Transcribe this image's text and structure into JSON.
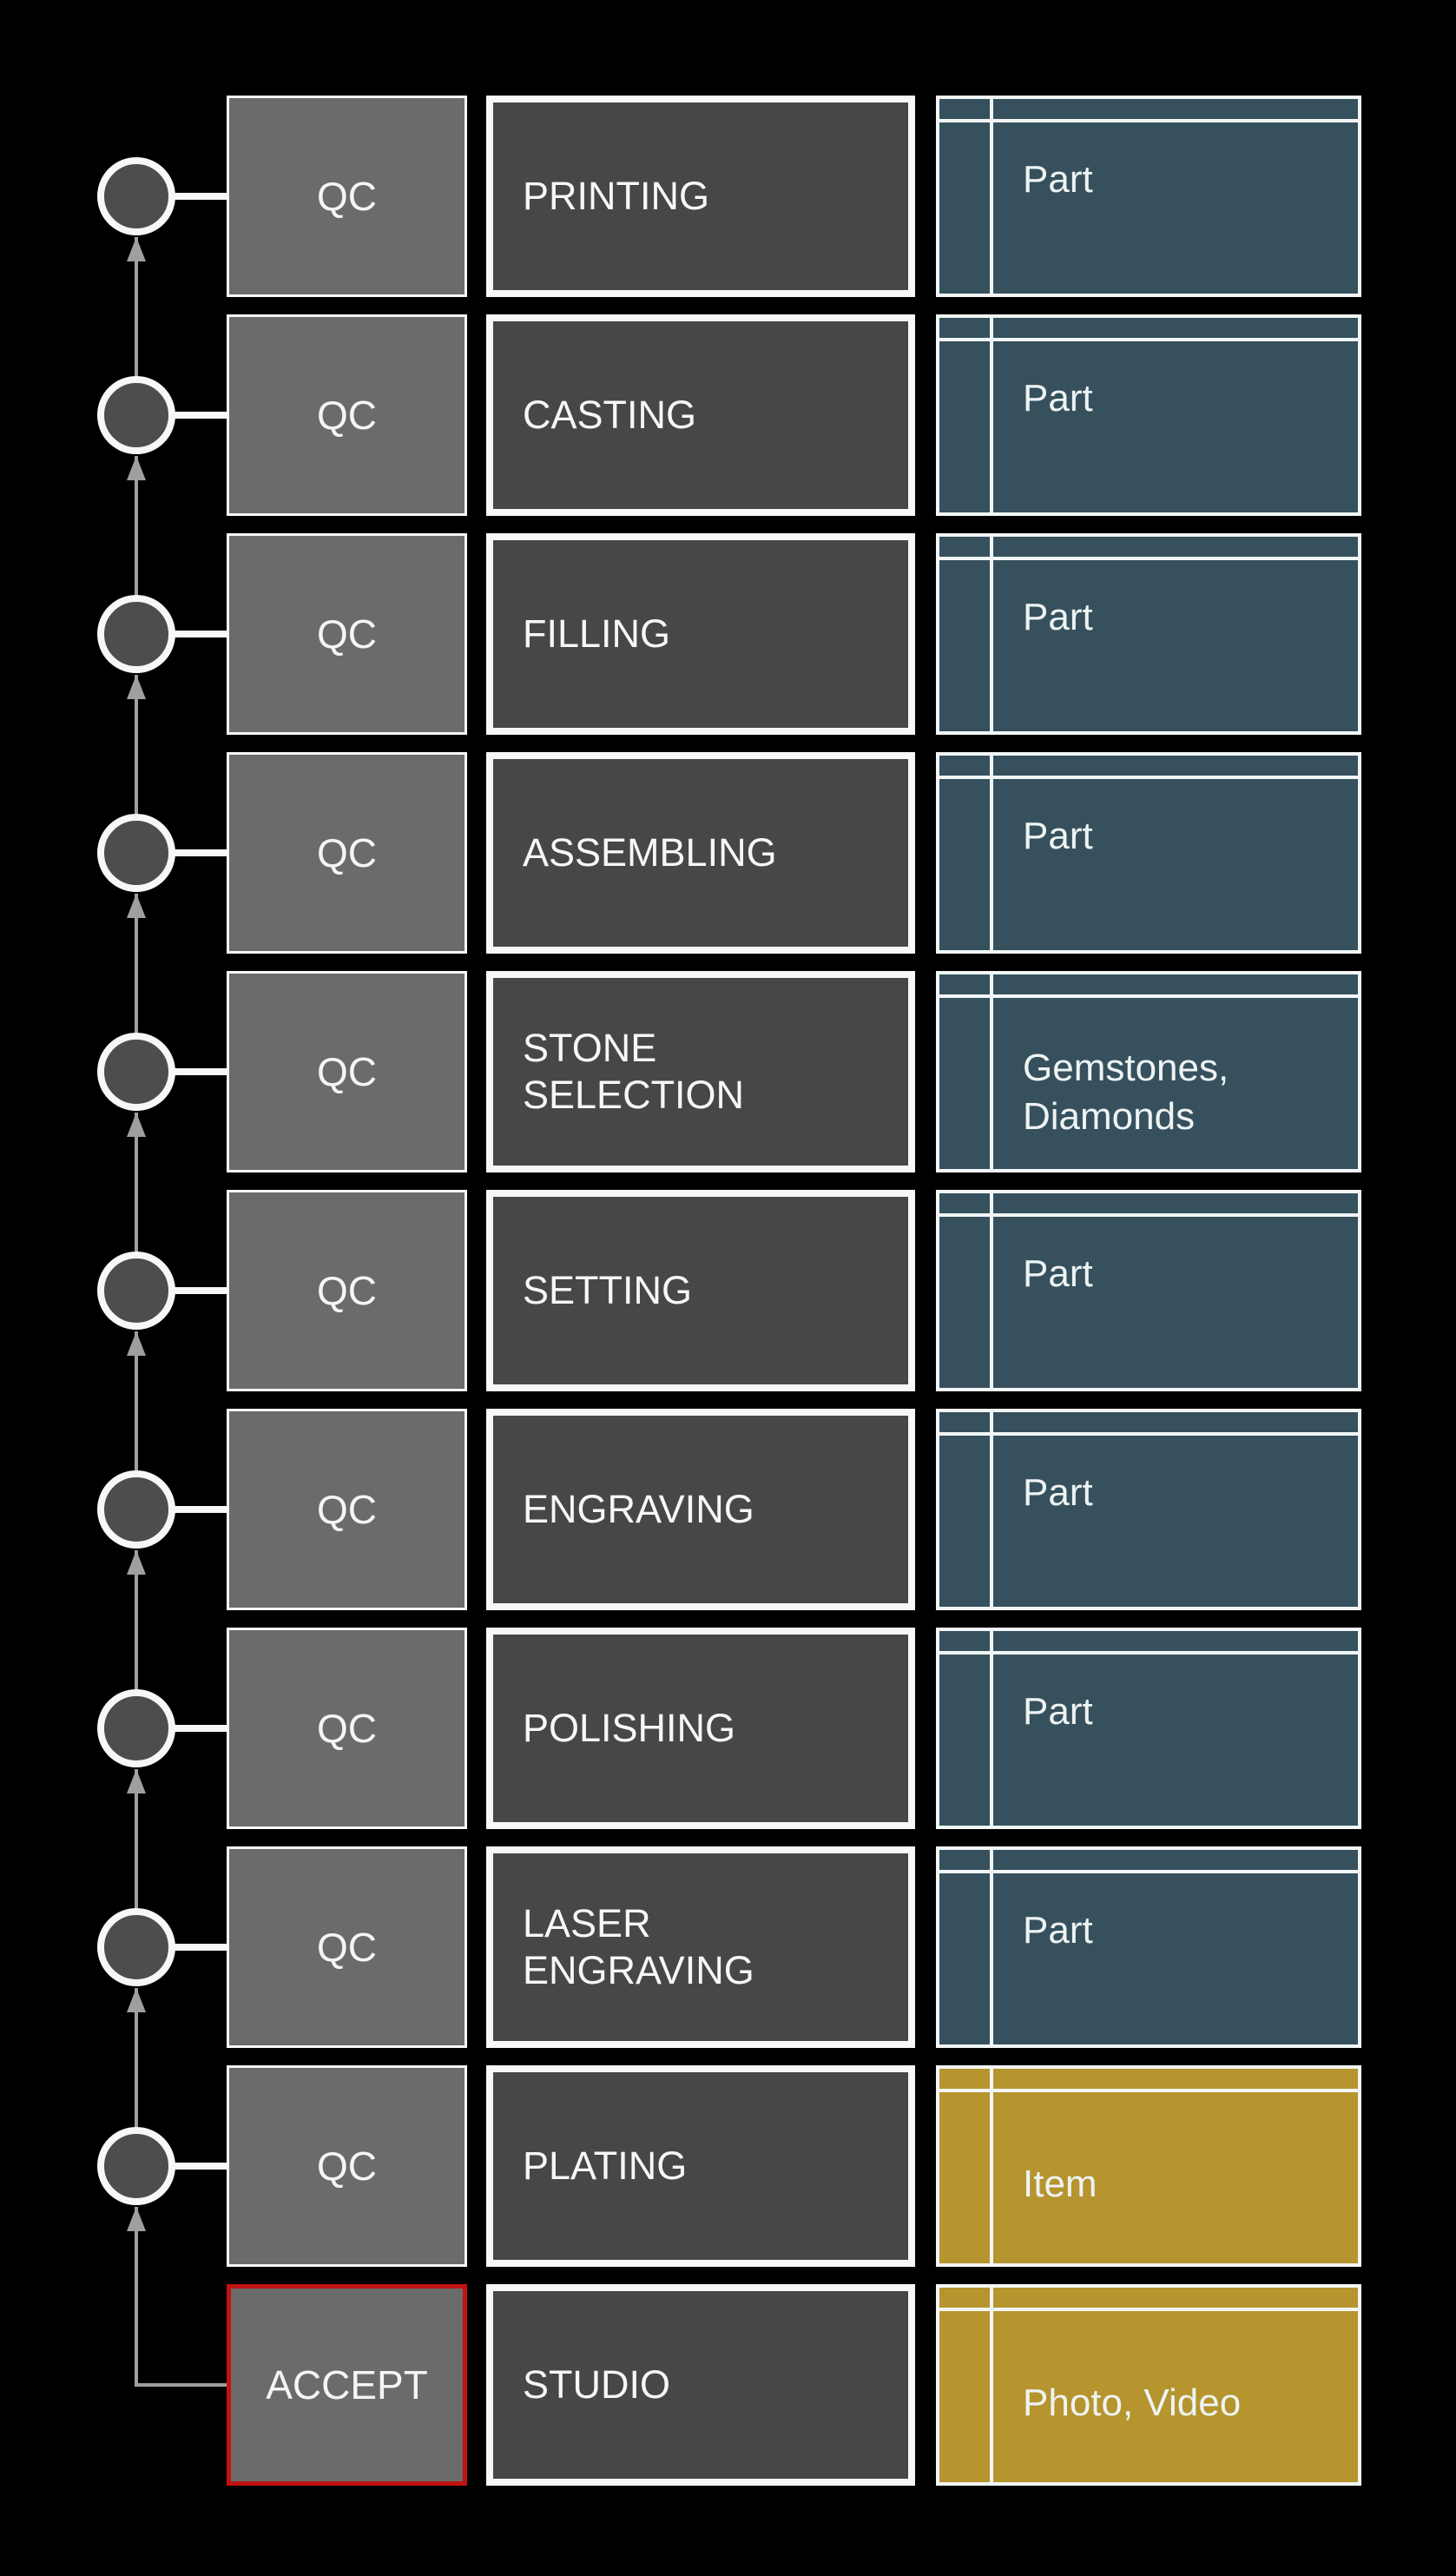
{
  "diagram": {
    "description": "Jewelry production process flow, bottom-to-top QC chain",
    "colors": {
      "background": "#000000",
      "qc_box_fill": "#6b6b6b",
      "process_box_fill": "#474747",
      "part_box_fill": "#36515d",
      "item_box_fill": "#b6942e",
      "box_border": "#f7f7f7",
      "accept_border_red": "#c11212",
      "connector_gray": "#9f9f9f",
      "circle_fill": "#4d4d4d"
    },
    "rows": [
      {
        "stage": "QC",
        "process": "PRINTING",
        "output": "Part",
        "output_kind": "part"
      },
      {
        "stage": "QC",
        "process": "CASTING",
        "output": "Part",
        "output_kind": "part"
      },
      {
        "stage": "QC",
        "process": "FILLING",
        "output": "Part",
        "output_kind": "part"
      },
      {
        "stage": "QC",
        "process": "ASSEMBLING",
        "output": "Part",
        "output_kind": "part"
      },
      {
        "stage": "QC",
        "process": "STONE\nSELECTION",
        "output": "Gemstones,\nDiamonds",
        "output_kind": "part"
      },
      {
        "stage": "QC",
        "process": "SETTING",
        "output": "Part",
        "output_kind": "part"
      },
      {
        "stage": "QC",
        "process": "ENGRAVING",
        "output": "Part",
        "output_kind": "part"
      },
      {
        "stage": "QC",
        "process": "POLISHING",
        "output": "Part",
        "output_kind": "part"
      },
      {
        "stage": "QC",
        "process": "LASER\nENGRAVING",
        "output": "Part",
        "output_kind": "part"
      },
      {
        "stage": "QC",
        "process": "PLATING",
        "output": "Item",
        "output_kind": "item"
      },
      {
        "stage": "ACCEPT",
        "process": "STUDIO",
        "output": "Photo, Video",
        "output_kind": "media"
      }
    ]
  }
}
